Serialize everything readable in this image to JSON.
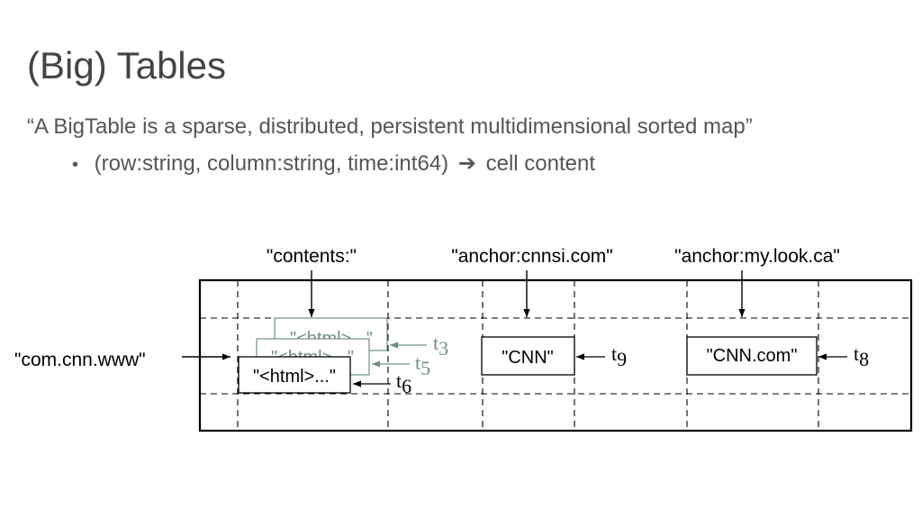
{
  "slide": {
    "title": "(Big) Tables",
    "quote": "“A BigTable is a sparse, distributed, persistent multidimensional sorted map”",
    "bullet": {
      "marker": "•",
      "before_arrow": "(row:string, column:string, time:int64)",
      "arrow": "➔",
      "after_arrow": "cell content"
    }
  },
  "diagram": {
    "columns": {
      "contents": "\"contents:\"",
      "anchor_cnnsi": "\"anchor:cnnsi.com\"",
      "anchor_mylook": "\"anchor:my.look.ca\""
    },
    "row_key": "\"com.cnn.www\"",
    "cells": {
      "html_t3": "\"<html>...\"",
      "html_t5": "\"<html>...\"",
      "html_t6": "\"<html>...\"",
      "cnn": "\"CNN\"",
      "cnn_com": "\"CNN.com\""
    },
    "timestamps": {
      "t3": {
        "base": "t",
        "sub": "3"
      },
      "t5": {
        "base": "t",
        "sub": "5"
      },
      "t6": {
        "base": "t",
        "sub": "6"
      },
      "t9": {
        "base": "t",
        "sub": "9"
      },
      "t8": {
        "base": "t",
        "sub": "8"
      }
    },
    "colors": {
      "ink": "#000000",
      "faded_version": "#6f8f84",
      "title_text": "#444444",
      "body_text": "#555555"
    }
  }
}
